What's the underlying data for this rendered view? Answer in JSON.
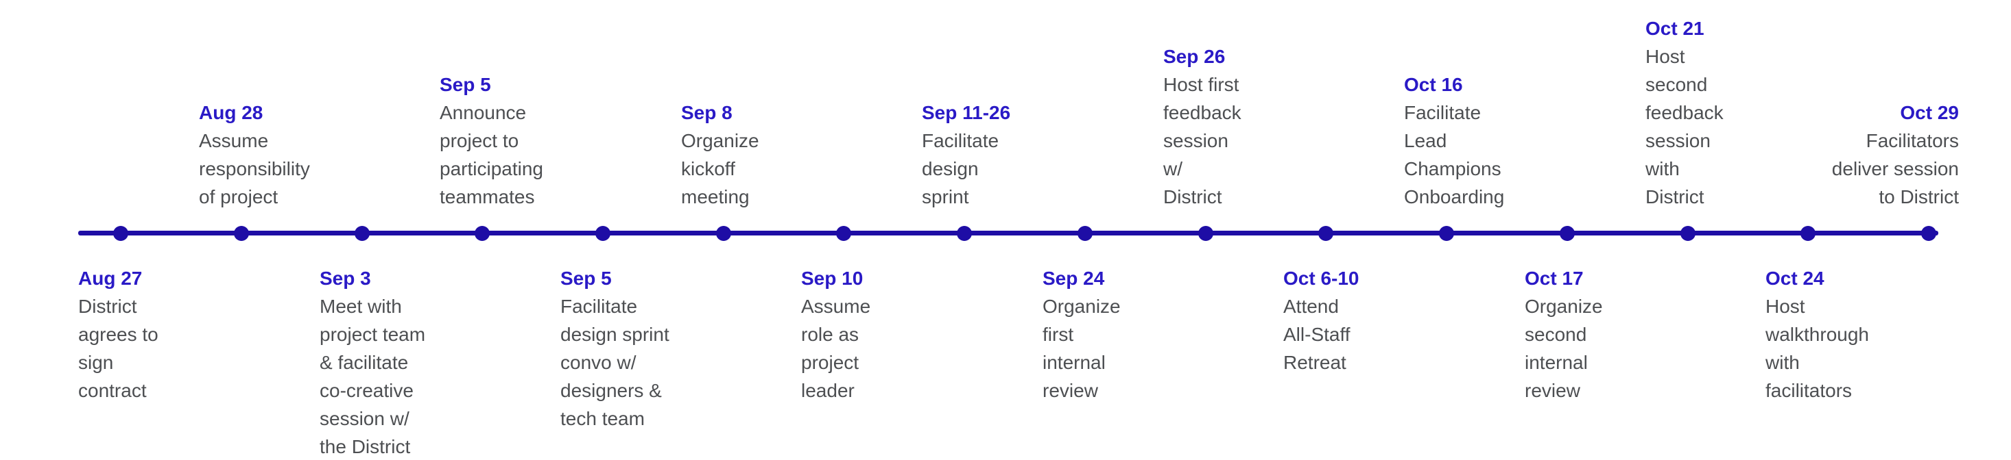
{
  "timeline": {
    "colors": {
      "line": "#1e0da5",
      "date_text": "#2a1ac6",
      "body_text": "#4d4f52",
      "background": "#ffffff"
    },
    "above": [
      {
        "date": "Aug 28",
        "desc": "Assume\nresponsibility\nof project"
      },
      {
        "date": "Sep 5",
        "desc": "Announce\nproject to\nparticipating\nteammates"
      },
      {
        "date": "Sep 8",
        "desc": "Organize\nkickoff\nmeeting"
      },
      {
        "date": "Sep 11-26",
        "desc": "Facilitate\ndesign\nsprint"
      },
      {
        "date": "Sep 26",
        "desc": "Host first\nfeedback\nsession\nw/\nDistrict"
      },
      {
        "date": "Oct 16",
        "desc": "Facilitate\nLead\nChampions\nOnboarding"
      },
      {
        "date": "Oct 21",
        "desc": "Host\nsecond\nfeedback\nsession\nwith\nDistrict"
      },
      {
        "date": "Oct 29",
        "desc": "Facilitators\ndeliver session\nto District"
      }
    ],
    "below": [
      {
        "date": "Aug 27",
        "desc": "District\nagrees to\nsign\ncontract"
      },
      {
        "date": "Sep 3",
        "desc": "Meet with\nproject team\n& facilitate\nco-creative\nsession w/\nthe District"
      },
      {
        "date": "Sep 5",
        "desc": "Facilitate\ndesign sprint\nconvo w/\ndesigners &\ntech team"
      },
      {
        "date": "Sep 10",
        "desc": "Assume\nrole as\nproject\nleader"
      },
      {
        "date": "Sep 24",
        "desc": "Organize\nfirst\ninternal\nreview"
      },
      {
        "date": "Oct 6-10",
        "desc": "Attend\nAll-Staff\nRetreat"
      },
      {
        "date": "Oct 17",
        "desc": "Organize\nsecond\ninternal\nreview"
      },
      {
        "date": "Oct 24",
        "desc": "Host\nwalkthrough\nwith\nfacilitators"
      }
    ]
  }
}
